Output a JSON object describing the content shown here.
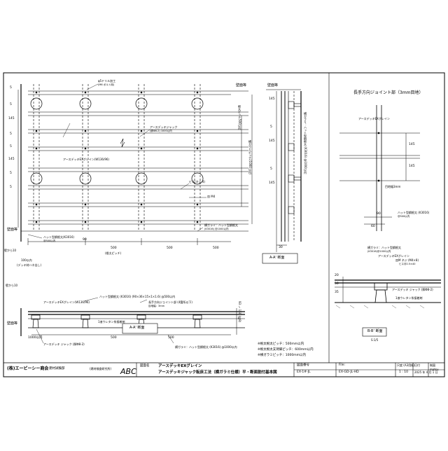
{
  "drawing": {
    "company": "(株)エービーシー商会",
    "department": "建材試験部",
    "logo_caption": "(建材検査研究所)",
    "logo_text": "ABC",
    "title_label": "図面名",
    "title_line1": "アースデッキEXグレイン",
    "title_line2": "アースデッキジャック転床工法（横ガラミ仕様）平・断面割付基本図",
    "number_label": "図面番号",
    "number_value": "EX-1#-JL",
    "file_label": "File:",
    "file_value": "EX-GD-JL-HD",
    "scale_label": "尺度 (A3用紙)",
    "scale_value": "1 : 10",
    "date_label": "日付",
    "date_value": "2025 年 4 月 1 日",
    "author_label": "制図",
    "author_value": "matsu"
  },
  "plan": {
    "label_wall_top": "壁面等",
    "label_wall_bottom": "壁面等",
    "label_wall_gap": "壁から10",
    "callout_drill": "φ5ドリル加工",
    "callout_drill_sub": "(M6 ボルト用)",
    "callout_jack": "アースデッキジャック",
    "callout_jack_sub": "(脚Φ8-2) 1000以内",
    "callout_deck": "アースデッキEXグレイン(W136/96)",
    "callout_screw": "ビス(ネジ 4)",
    "callout_screw2": "皿 M4",
    "callout_hat": "ハット型鋼根太(K3016)",
    "callout_hat_sub": "@500以内",
    "callout_yoko": "横ガラミ：ハット型鋼根太",
    "callout_yoko_sub": "(K3016) @1000以内",
    "dim_left": [
      "5",
      "5",
      "145",
      "5",
      "5",
      "145",
      "5",
      "5"
    ],
    "dim_90": "90",
    "dim_500_a": "500",
    "dim_500_b": "500",
    "dim_bottom_label": "(根太ピッチ)",
    "dim_100": "100以内",
    "dim_100_sub": "(デッキ材ハネ出し)",
    "vert_label_1": "根太ピッチ500以内",
    "vert_label_2": "横ガラミピッチ(1000以内)"
  },
  "section_right": {
    "label_wall": "壁面等",
    "dims": [
      "145",
      "5",
      "145",
      "5",
      "145"
    ],
    "vert_label": "横ガラミ：ハット型鋼根太 (K3016) @1000以内",
    "bottom_dim": "30",
    "caption": "A-A' 断面"
  },
  "section_bottom": {
    "label_wall": "壁から10",
    "label_wall2": "壁面等",
    "callout_deck": "アースデッキEXグレイン(W136/96)",
    "callout_hat": "ハット型鋼根太 (K3016) (90×36×15×1×1.6) @500以内",
    "callout_joint": "長手方向ジョイント部 (4箇所以下)",
    "callout_joint_sub": "目地幅：3mm",
    "callout_urethane": "1液ウレタン系接着剤",
    "callout_jack": "アースデッキ ジャック (脚Φ8-2)",
    "callout_yoko": "横ガラミ：ハット型鋼根太 (K3016) @1000以内",
    "dim_1000": "1000以内",
    "dim_500_a": "500",
    "dim_500_b": "500",
    "dim_side": "93 ～ 160 (約8)",
    "caption": "A-A' 断面"
  },
  "detail_joint": {
    "title": "長手方向ジョイント部（3mm目地）",
    "callout_deck": "アースデッキEXグレイン",
    "callout_gap": "目地幅3mm",
    "callout_hat": "ハット型鋼根太 (K3016)",
    "callout_hat_sub": "@500以内",
    "dim_90": "90",
    "dim_60": "60",
    "dim_145a": "145",
    "dim_145b": "145"
  },
  "detail_section": {
    "callout_yoko": "横ガラミ：ハット型鋼根太",
    "callout_yoko_sub": "(K3016)@1000以内",
    "callout_deck": "アースデッキEXグレイン",
    "callout_screw": "皿M ネジ (M4×8)",
    "callout_screw_sub": "ビス@2.5×40",
    "callout_jack": "アースデッキ ジャック (脚Φ8-2)",
    "callout_urethane": "1液ウレタン系接着剤",
    "dims": [
      "20",
      "50",
      "35"
    ],
    "caption": "B-B' 断面",
    "scale": "S:1/5"
  },
  "notes": {
    "note1": "※根太根太ピッチ：500mm以内",
    "note2": "※根太根太支持脚ピッチ：600mm以内",
    "note3": "※横ガラミピッチ：1000mm以内"
  },
  "colors": {
    "line": "#000000",
    "paper": "#ffffff",
    "thin": "#444444"
  }
}
